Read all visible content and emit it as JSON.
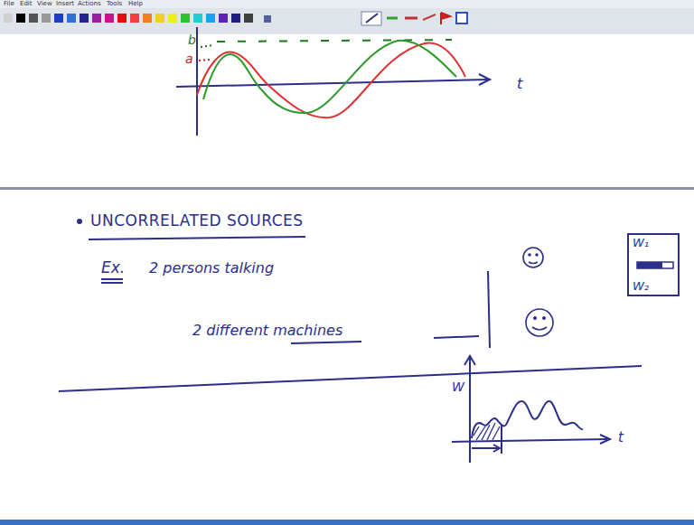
{
  "diagram": {
    "title": "UNCORRELATED SOURCES",
    "nodes": [
      {
        "text": [
          "W₁",
          "W₂"
        ]
      }
    ],
    "labels": [
      "File",
      "Edit",
      "View",
      "Insert",
      "Actions",
      "Tools",
      "Help",
      "b",
      "a",
      "t",
      "Ex.",
      "2 persons talking",
      "2 different machines",
      "W",
      "t"
    ]
  }
}
